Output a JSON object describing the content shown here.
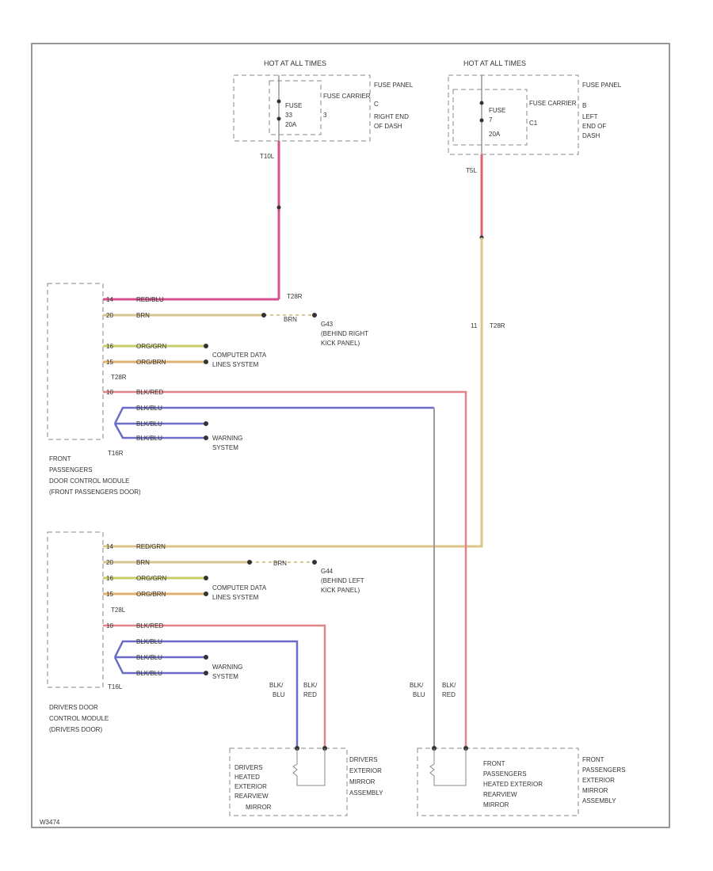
{
  "colors": {
    "red_blu": "#d4508e",
    "brn": "#d9c58f",
    "org_grn": "#c8cf6a",
    "org_brn": "#e0b070",
    "blk_red": "#e08488",
    "blk_blu": "#6b6bc8",
    "red_grn": "#ddc58a",
    "gray": "#9a9a9a",
    "fuse_feed": "#e06070"
  },
  "fuse_right": {
    "hot": "HOT AT ALL TIMES",
    "fuse": "FUSE",
    "num": "33",
    "amp": "20A",
    "carrier": "FUSE CARRIER",
    "carrier_id": "3",
    "panel": "FUSE PANEL",
    "panel_id": "C",
    "loc1": "RIGHT END",
    "loc2": "OF DASH",
    "conn": "T10L"
  },
  "fuse_left": {
    "hot": "HOT AT ALL TIMES",
    "fuse": "FUSE",
    "num": "7",
    "amp": "20A",
    "carrier": "FUSE CARRIER",
    "carrier_id": "C1",
    "panel": "FUSE PANEL",
    "panel_id": "B",
    "loc1": "LEFT",
    "loc2": "END OF",
    "loc3": "DASH",
    "conn": "T5L"
  },
  "passenger_module": {
    "wires": [
      {
        "pin": "14",
        "color": "RED/BLU"
      },
      {
        "pin": "20",
        "color": "BRN"
      },
      {
        "pin": "16",
        "color": "ORG/GRN"
      },
      {
        "pin": "15",
        "color": "ORG/BRN"
      },
      {
        "pin": "10",
        "color": "BLK/RED"
      },
      {
        "pin": "",
        "color": "BLK/BLU"
      },
      {
        "pin": "",
        "color": "BLK/BLU"
      },
      {
        "pin": "",
        "color": "BLK/BLU"
      }
    ],
    "conn_top": "T28R",
    "conn_mid": "T28R",
    "conn_bot": "T16R",
    "ground_wire": "BRN",
    "ground": "G43",
    "ground_loc1": "(BEHIND RIGHT",
    "ground_loc2": "KICK PANEL)",
    "data_lines1": "COMPUTER DATA",
    "data_lines2": "LINES SYSTEM",
    "warning1": "WARNING",
    "warning2": "SYSTEM",
    "label1": "FRONT",
    "label2": "PASSENGERS",
    "label3": "DOOR CONTROL MODULE",
    "label4": "(FRONT PASSENGERS DOOR)",
    "splice_conn1": "11",
    "splice_conn2": "T28R"
  },
  "driver_module": {
    "wires": [
      {
        "pin": "14",
        "color": "RED/GRN"
      },
      {
        "pin": "20",
        "color": "BRN"
      },
      {
        "pin": "16",
        "color": "ORG/GRN"
      },
      {
        "pin": "15",
        "color": "ORG/BRN"
      },
      {
        "pin": "10",
        "color": "BLK/RED"
      },
      {
        "pin": "",
        "color": "BLK/BLU"
      },
      {
        "pin": "",
        "color": "BLK/BLU"
      },
      {
        "pin": "",
        "color": "BLK/BLU"
      }
    ],
    "conn_mid": "T28L",
    "conn_bot": "T16L",
    "ground_wire": "BRN",
    "ground": "G44",
    "ground_loc1": "(BEHIND LEFT",
    "ground_loc2": "KICK PANEL)",
    "data_lines1": "COMPUTER DATA",
    "data_lines2": "LINES SYSTEM",
    "warning1": "WARNING",
    "warning2": "SYSTEM",
    "label1": "DRIVERS DOOR",
    "label2": "CONTROL MODULE",
    "label3": "(DRIVERS DOOR)"
  },
  "driver_mirror": {
    "w1a": "BLK/",
    "w1b": "BLU",
    "w2a": "BLK/",
    "w2b": "RED",
    "inner1": "DRIVERS",
    "inner2": "HEATED",
    "inner3": "EXTERIOR",
    "inner4": "REARVIEW",
    "inner5": "MIRROR",
    "outer1": "DRIVERS",
    "outer2": "EXTERIOR",
    "outer3": "MIRROR",
    "outer4": "ASSEMBLY"
  },
  "pass_mirror": {
    "w1a": "BLK/",
    "w1b": "BLU",
    "w2a": "BLK/",
    "w2b": "RED",
    "inner1": "FRONT",
    "inner2": "PASSENGERS",
    "inner3": "HEATED EXTERIOR",
    "inner4": "REARVIEW",
    "inner5": "MIRROR",
    "outer1": "FRONT",
    "outer2": "PASSENGERS",
    "outer3": "EXTERIOR",
    "outer4": "MIRROR",
    "outer5": "ASSEMBLY"
  },
  "footer_code": "W3474"
}
